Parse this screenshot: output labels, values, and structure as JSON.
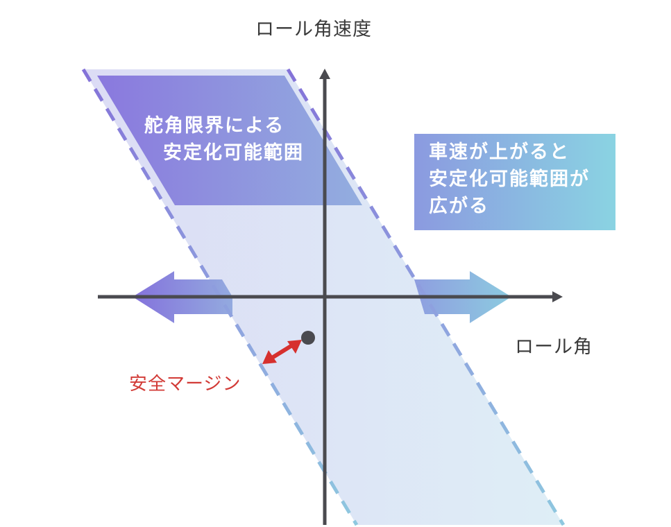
{
  "axes": {
    "y_label": "ロール角速度",
    "x_label": "ロール角"
  },
  "annotations": {
    "steering_limit": {
      "line1": "舵角限界による",
      "line2": "安定化可能範囲"
    },
    "speed_increase": {
      "line1": "車速が上がると",
      "line2": "安定化可能範囲が",
      "line3": "広がる"
    },
    "safety_margin": "安全マージン"
  },
  "colors": {
    "axis": "#4a4a4f",
    "band_fill_left": "#dcdcf5",
    "band_fill_right": "#dfedf5",
    "dash_top": "#8472d8",
    "dash_bottom": "#8ec3de",
    "inner_left": "#8a78de",
    "inner_right": "#93aedf",
    "box_left": "#8b9ae0",
    "box_right": "#8ad3e2",
    "arrow_left_tip": "#8472dc",
    "arrow_left_end": "#93aadf",
    "arrow_right_start": "#8f9ee0",
    "arrow_right_tip": "#8ccbe0",
    "margin_red": "#d6302e",
    "dot": "#4a4a4f"
  }
}
